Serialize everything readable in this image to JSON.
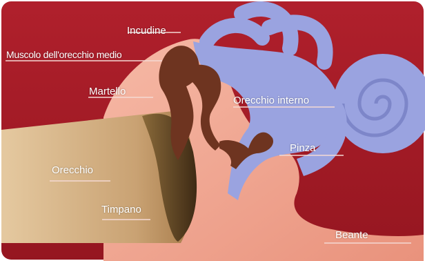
{
  "diagram": {
    "labels": {
      "incudine": "Incudine",
      "muscolo": "Muscolo dell'orecchio medio",
      "martello": "Martello",
      "orecchio_interno": "Orecchio interno",
      "pinza": "Pinza",
      "orecchio": "Orecchio",
      "timpano": "Timpano",
      "beante": "Beante"
    },
    "colors": {
      "background": "#a51a26",
      "inner_ear": "#9aa3e0",
      "tissue": "#f2a996",
      "ear_canal": "#d6b58a",
      "eardrum": "#5e4424",
      "ossicles": "#6e3420"
    }
  }
}
